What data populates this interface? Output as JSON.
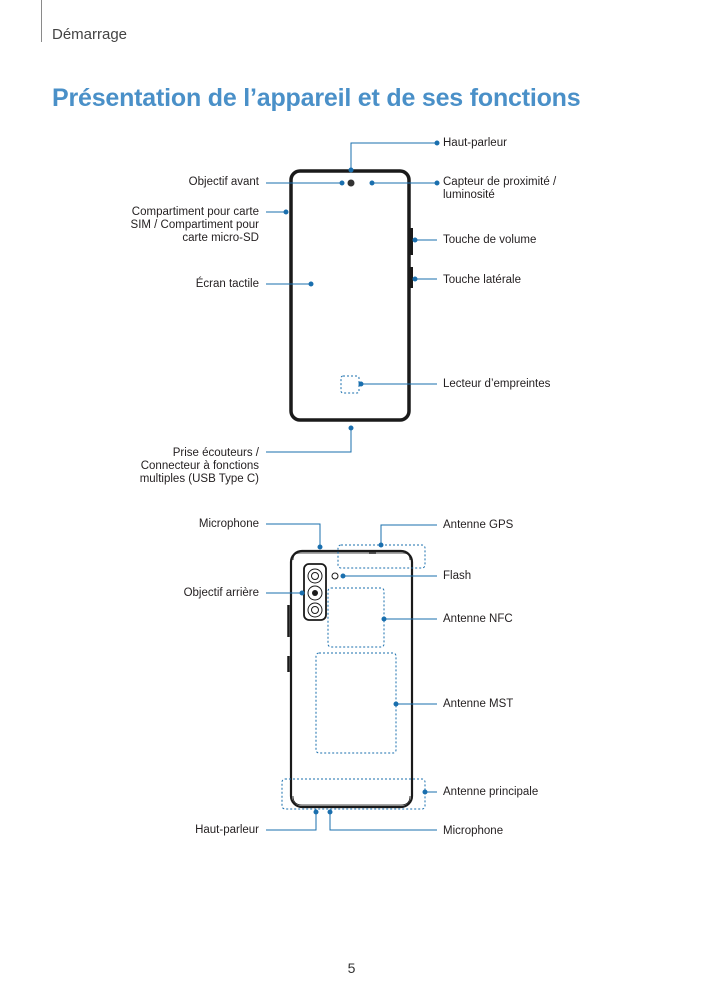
{
  "header": {
    "section": "Démarrage"
  },
  "title": "Présentation de l’appareil et de ses fonctions",
  "front_view": {
    "labels": {
      "speaker": "Haut-parleur",
      "front_camera": "Objectif avant",
      "proximity_sensor": "Capteur de proximité /\nluminosité",
      "sim_tray": "Compartiment pour carte\nSIM / Compartiment pour\ncarte micro-SD",
      "volume_key": "Touche de volume",
      "side_key": "Touche latérale",
      "touchscreen": "Écran tactile",
      "fingerprint_sensor": "Lecteur d’empreintes",
      "usb_port": "Prise écouteurs /\nConnecteur à fonctions\nmultiples (USB Type C)"
    }
  },
  "back_view": {
    "labels": {
      "microphone_top": "Microphone",
      "gps_antenna": "Antenne GPS",
      "flash": "Flash",
      "rear_camera": "Objectif arrière",
      "nfc_antenna": "Antenne NFC",
      "mst_antenna": "Antenne MST",
      "main_antenna": "Antenne principale",
      "speaker_bottom": "Haut-parleur",
      "microphone_bottom": "Microphone"
    }
  },
  "page_number": "5",
  "colors": {
    "accent": "#4a90c8",
    "leader": "#1a6fae",
    "device": "#1a1a1a"
  }
}
